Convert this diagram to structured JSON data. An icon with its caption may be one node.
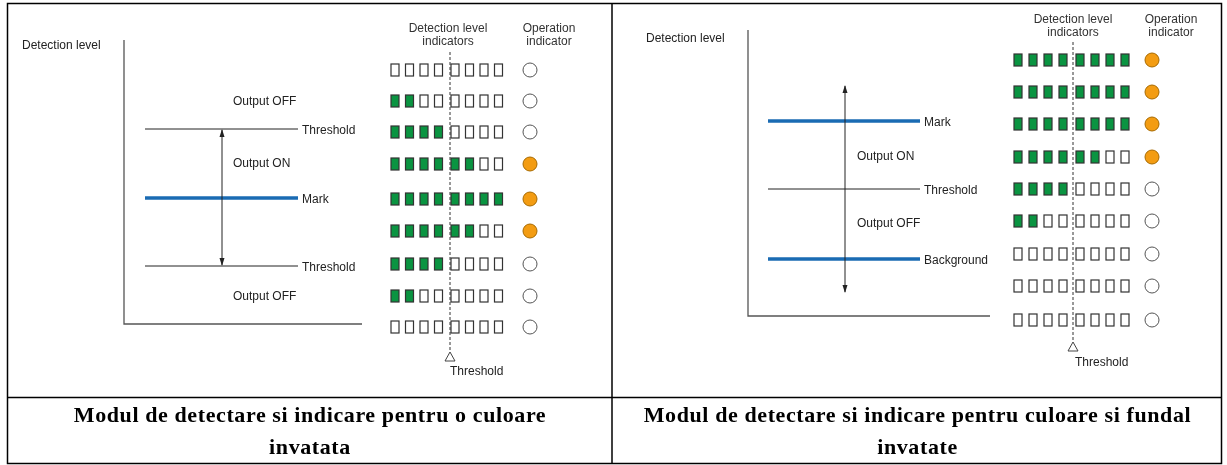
{
  "diagram": {
    "labels": [
      "Detection level",
      "Detection level indicators",
      "Operation indicator",
      "Output OFF",
      "Threshold",
      "Output ON",
      "Mark",
      "Threshold",
      "Output OFF",
      "Threshold",
      "Modul de detectare si indicare pentru o culoare invatata",
      "Detection level",
      "Detection level indicators",
      "Operation indicator",
      "Mark",
      "Output ON",
      "Threshold",
      "Output OFF",
      "Background",
      "Threshold",
      "Modul de detectare si indicare pentru culoare si fundal invatate"
    ]
  }
}
